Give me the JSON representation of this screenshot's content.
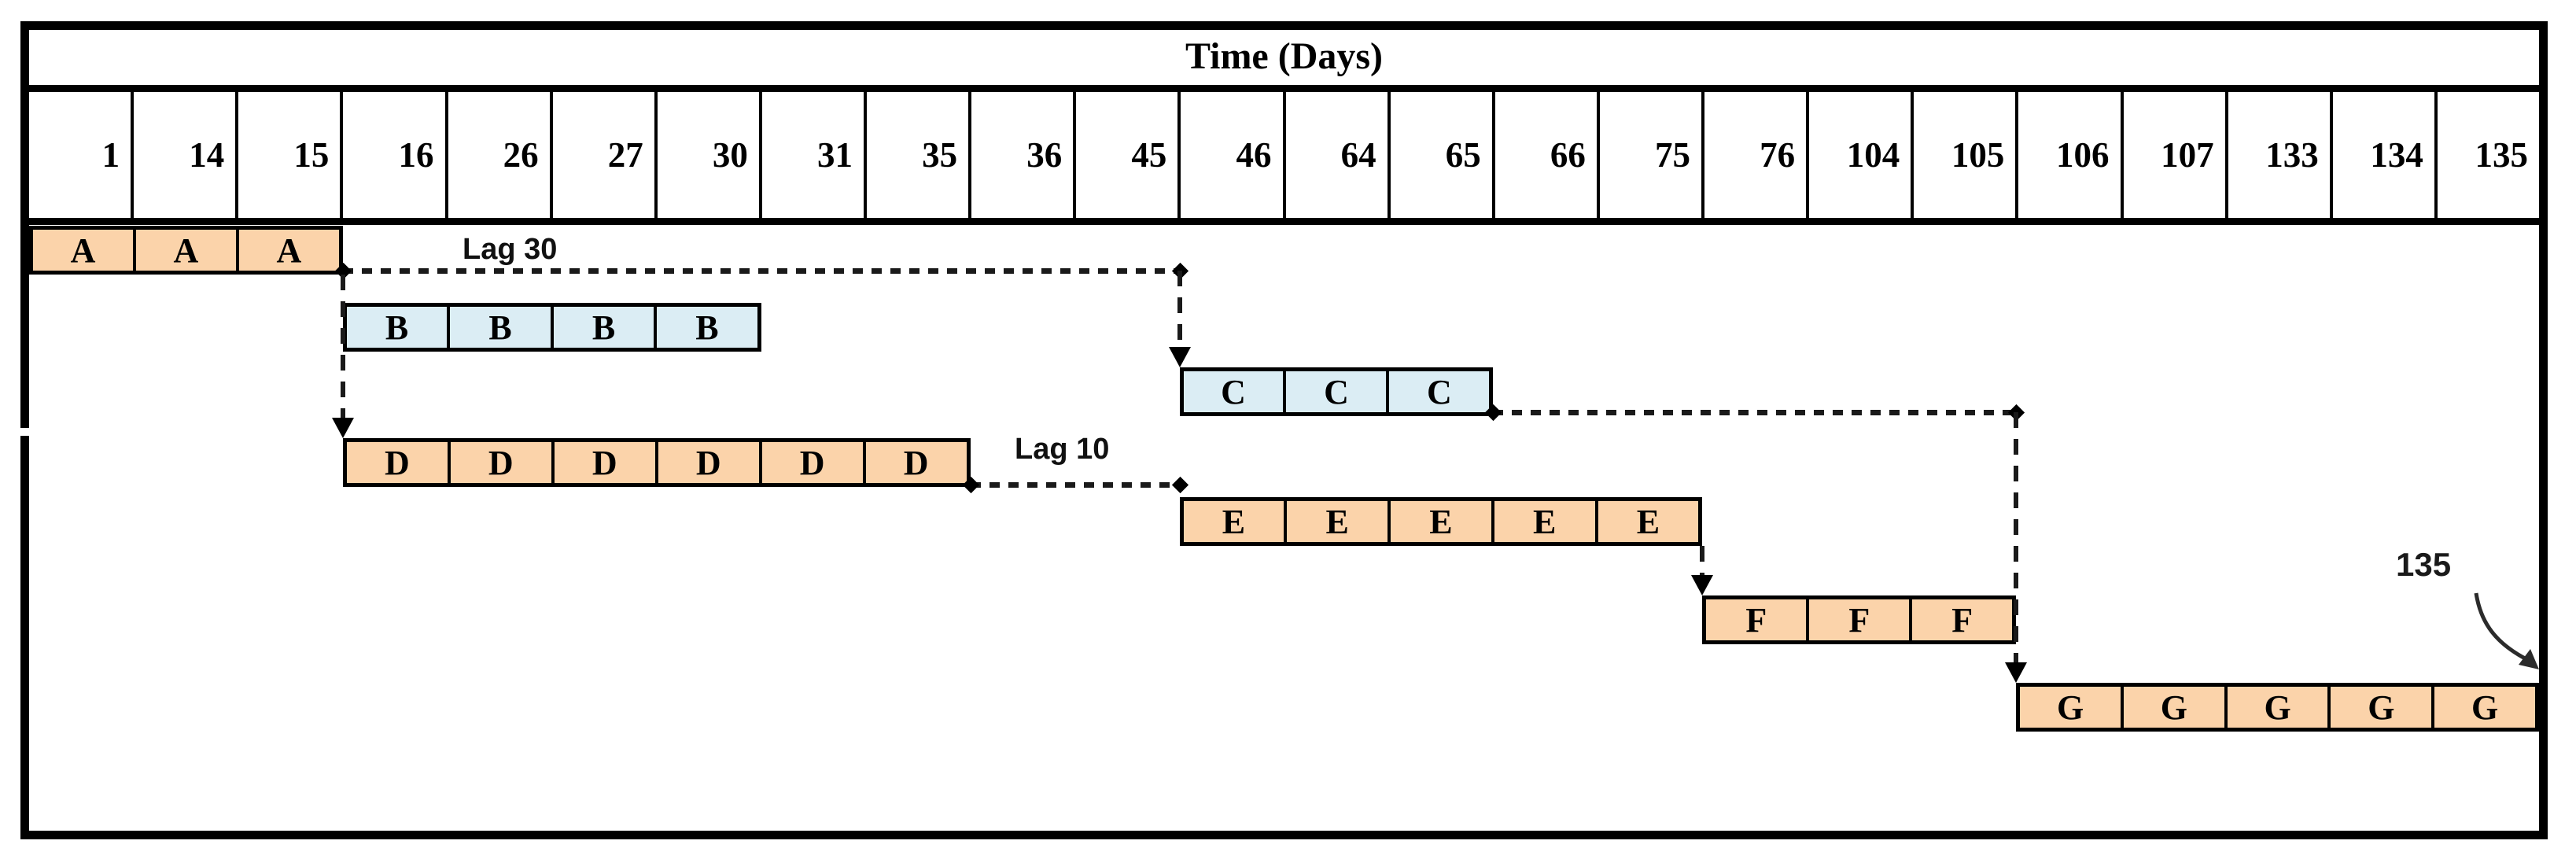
{
  "title": "Time (Days)",
  "columns": [
    "1",
    "14",
    "15",
    "16",
    "26",
    "27",
    "30",
    "31",
    "35",
    "36",
    "45",
    "46",
    "64",
    "65",
    "66",
    "75",
    "76",
    "104",
    "105",
    "106",
    "107",
    "133",
    "134",
    "135"
  ],
  "colors": {
    "task_orange": "#FBD3AA",
    "task_blue": "#DBEDF4",
    "line": "#1a1a1a",
    "border": "#000000"
  },
  "tasks": [
    {
      "label": "A",
      "startCol": 0,
      "cells": 3,
      "row": 0,
      "color": "#FBD3AA",
      "start_day": 1,
      "end_day": 15
    },
    {
      "label": "B",
      "startCol": 3,
      "cells": 4,
      "row": 1,
      "color": "#DBEDF4",
      "start_day": 16,
      "end_day": 30
    },
    {
      "label": "C",
      "startCol": 11,
      "cells": 3,
      "row": 2,
      "color": "#DBEDF4",
      "start_day": 46,
      "end_day": 65
    },
    {
      "label": "D",
      "startCol": 3,
      "cells": 6,
      "row": 3,
      "color": "#FBD3AA",
      "start_day": 16,
      "end_day": 35
    },
    {
      "label": "E",
      "startCol": 11,
      "cells": 5,
      "row": 4,
      "color": "#FBD3AA",
      "start_day": 46,
      "end_day": 75
    },
    {
      "label": "F",
      "startCol": 16,
      "cells": 3,
      "row": 5,
      "color": "#FBD3AA",
      "start_day": 76,
      "end_day": 105
    },
    {
      "label": "G",
      "startCol": 19,
      "cells": 5,
      "row": 6,
      "color": "#FBD3AA",
      "start_day": 106,
      "end_day": 135
    }
  ],
  "links": [
    {
      "from": "A",
      "to": "C",
      "route": "hv",
      "label": "Lag 30"
    },
    {
      "from": "A",
      "to": "D",
      "route": "v",
      "label": ""
    },
    {
      "from": "D",
      "to": "E",
      "route": "h",
      "label": "Lag 10"
    },
    {
      "from": "C",
      "to": "G",
      "route": "hv",
      "label": ""
    },
    {
      "from": "E",
      "to": "F",
      "route": "v",
      "label": ""
    }
  ],
  "annotations": {
    "lag30": "Lag 30",
    "lag10": "Lag 10",
    "finish_day": "135"
  },
  "chart_data": {
    "type": "bar",
    "variant": "gantt",
    "title": "Time (Days)",
    "xlabel": "Time (Days)",
    "x_ticks": [
      1,
      14,
      15,
      16,
      26,
      27,
      30,
      31,
      35,
      36,
      45,
      46,
      64,
      65,
      66,
      75,
      76,
      104,
      105,
      106,
      107,
      133,
      134,
      135
    ],
    "series": [
      {
        "name": "A",
        "start": 1,
        "end": 15,
        "color": "#FBD3AA"
      },
      {
        "name": "B",
        "start": 16,
        "end": 30,
        "color": "#DBEDF4"
      },
      {
        "name": "C",
        "start": 46,
        "end": 65,
        "color": "#DBEDF4"
      },
      {
        "name": "D",
        "start": 16,
        "end": 35,
        "color": "#FBD3AA"
      },
      {
        "name": "E",
        "start": 46,
        "end": 75,
        "color": "#FBD3AA"
      },
      {
        "name": "F",
        "start": 76,
        "end": 105,
        "color": "#FBD3AA"
      },
      {
        "name": "G",
        "start": 106,
        "end": 135,
        "color": "#FBD3AA"
      }
    ],
    "dependencies": [
      {
        "from": "A",
        "to": "C",
        "lag": 30
      },
      {
        "from": "A",
        "to": "D",
        "lag": 0
      },
      {
        "from": "D",
        "to": "E",
        "lag": 10
      },
      {
        "from": "C",
        "to": "G",
        "lag": 0
      },
      {
        "from": "E",
        "to": "F",
        "lag": 0
      },
      {
        "from": "F",
        "to": "G",
        "lag": 0
      }
    ],
    "annotations": [
      "Lag 30",
      "Lag 10",
      "135"
    ],
    "project_finish_day": 135,
    "grid": "header-columns-only",
    "legend": "none"
  }
}
